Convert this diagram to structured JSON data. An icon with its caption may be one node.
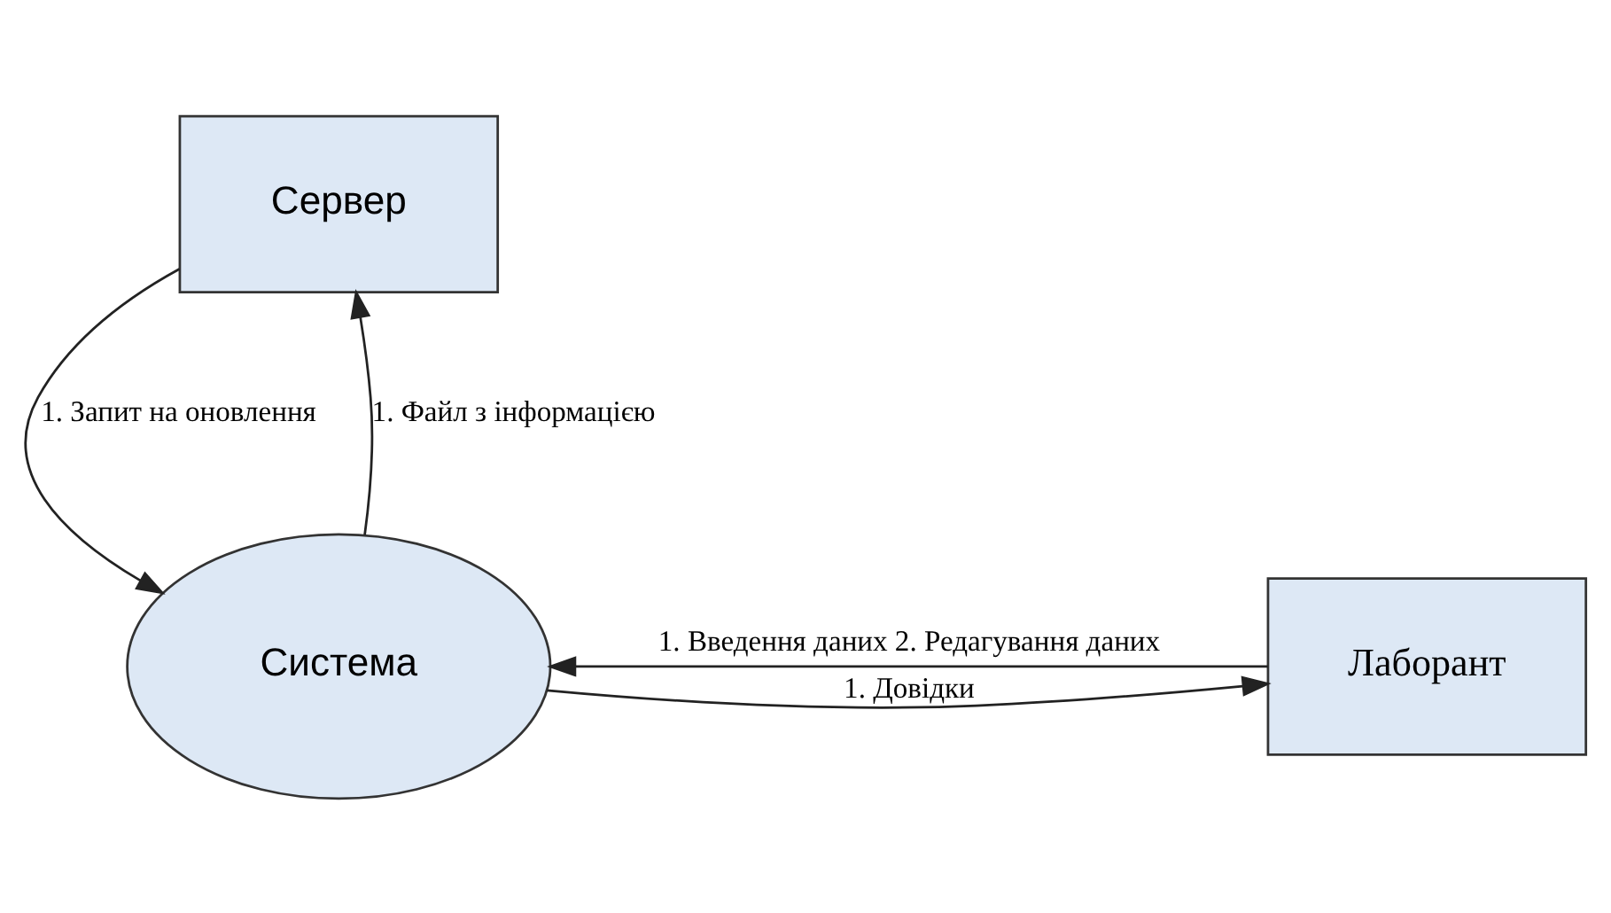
{
  "diagram": {
    "nodes": [
      {
        "text": [
          "Сервер"
        ]
      },
      {
        "text": [
          "Лаборант"
        ]
      },
      {
        "text": [
          "Система"
        ]
      }
    ],
    "edges": [
      {
        "from": 2,
        "to": 0,
        "arrow": "to",
        "label": "1. Файл з інформацією"
      },
      {
        "from": 0,
        "to": 2,
        "arrow": "to",
        "label": "1. Запит на оновлення"
      },
      {
        "from": 2,
        "to": 1,
        "arrow": "to",
        "label": "1. Довідки"
      },
      {
        "from": 1,
        "to": 2,
        "arrow": "to",
        "label": "1. Введення даних 2. Редагування даних"
      }
    ]
  }
}
